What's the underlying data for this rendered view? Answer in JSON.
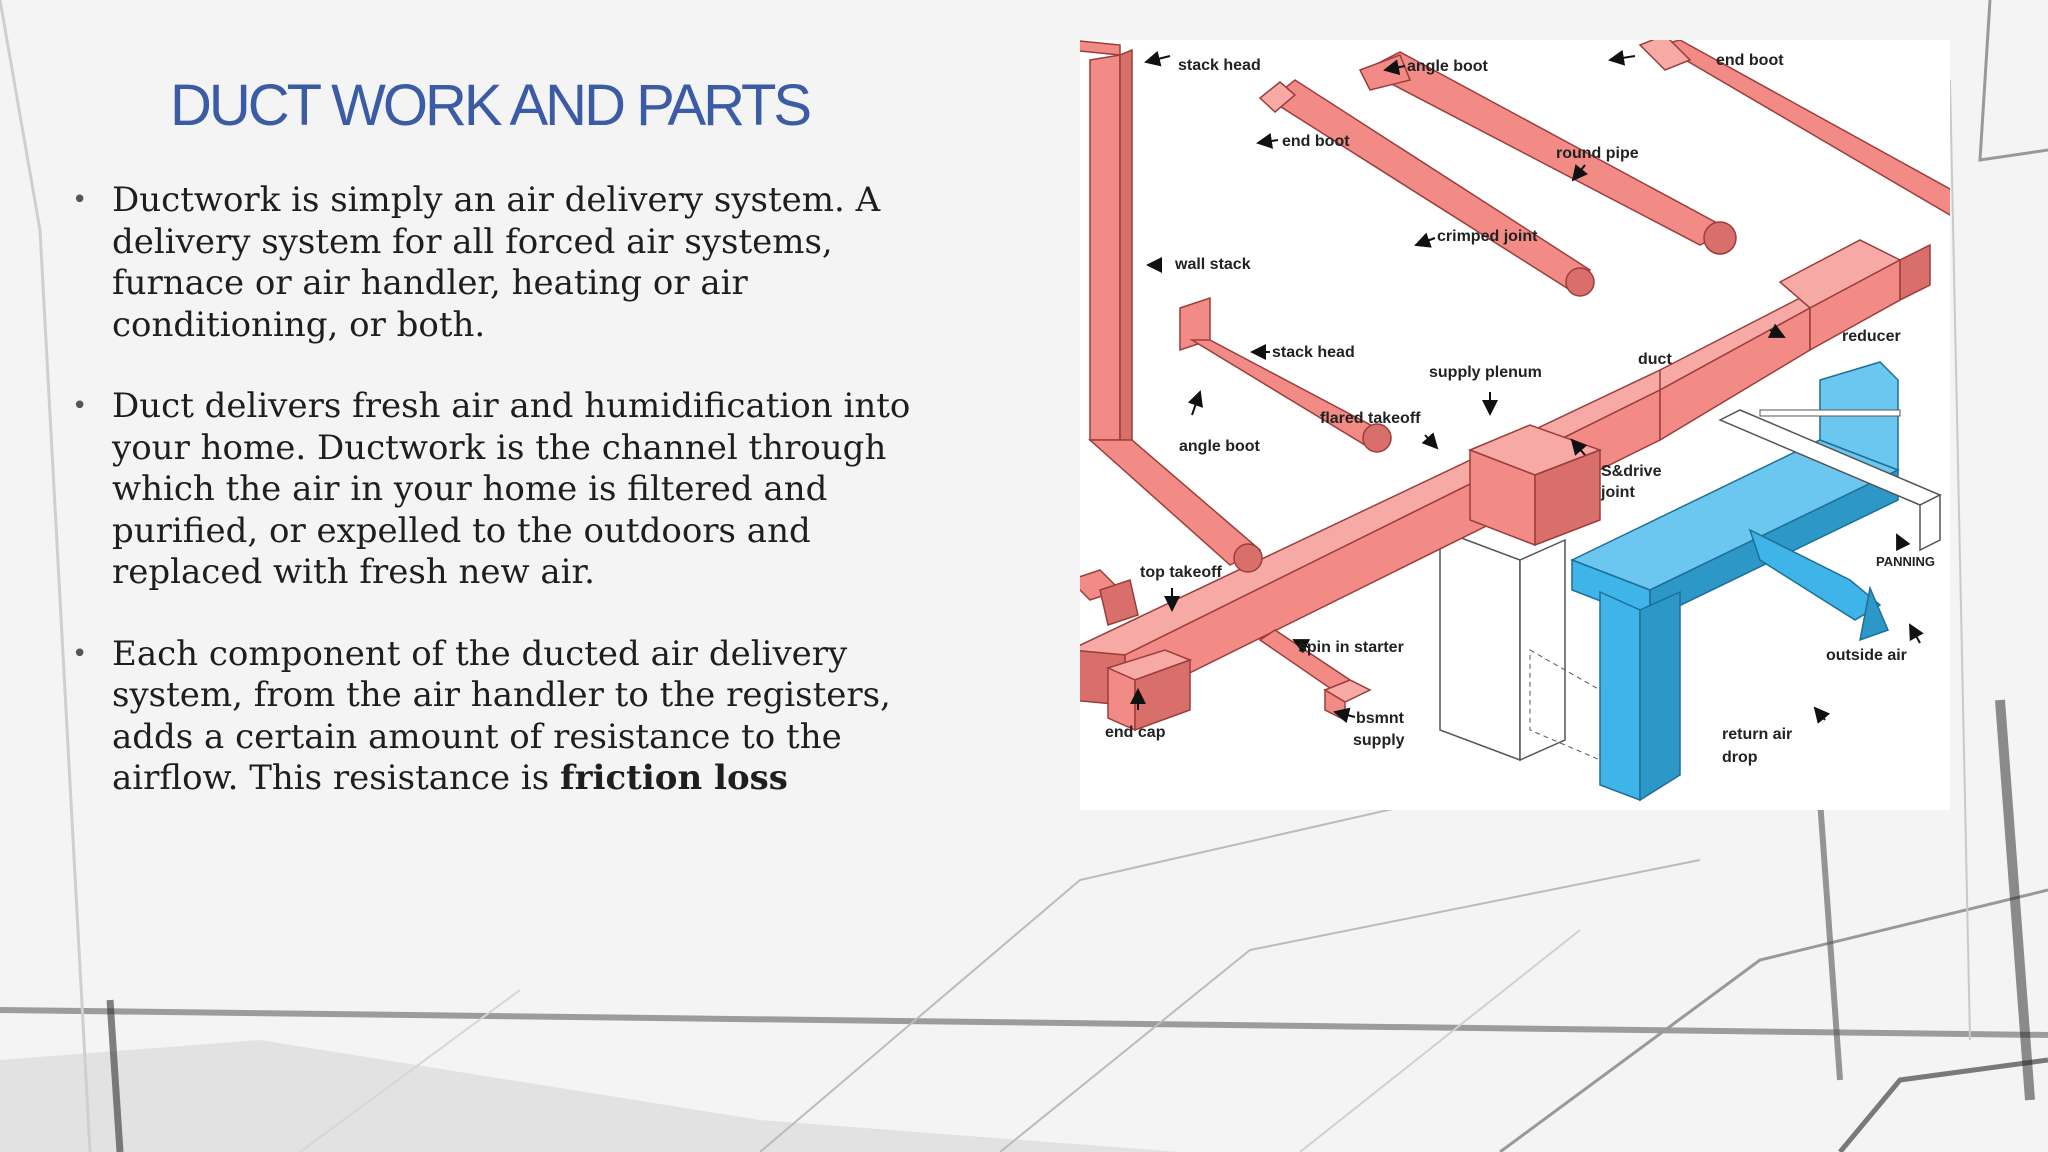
{
  "slide": {
    "title": "DUCT WORK AND PARTS",
    "bullets": [
      {
        "text": "Ductwork is simply an air delivery system. A delivery system for all forced air systems, furnace or air handler, heating or air conditioning, or both."
      },
      {
        "text": "Duct delivers fresh air and humidification into your home. Ductwork is the channel through which the air in your home is filtered and purified, or expelled to the outdoors and replaced with fresh new air."
      },
      {
        "text": "Each component of the ducted air delivery system, from the air handler to the registers, adds a certain amount of resistance to the airflow. This resistance is ",
        "emphasis": "friction loss"
      }
    ]
  },
  "diagram": {
    "colors": {
      "supply": "#f28b86",
      "return": "#3fb4e8",
      "title": "#3b5ba5"
    },
    "labels": {
      "stack_head_top": "stack head",
      "angle_boot_top": "angle boot",
      "end_boot_top": "end boot",
      "end_boot_left": "end boot",
      "round_pipe": "round pipe",
      "crimped_joint": "crimped joint",
      "wall_stack": "wall stack",
      "stack_head_mid": "stack head",
      "duct": "duct",
      "reducer": "reducer",
      "supply_plenum": "supply plenum",
      "flared_takeoff": "flared takeoff",
      "angle_boot_mid": "angle boot",
      "sdrive_1": "S&drive",
      "sdrive_2": "joint",
      "panning": "PANNING",
      "top_takeoff": "top takeoff",
      "spin_in_starter": "spin in starter",
      "outside_air": "outside air",
      "end_cap": "end cap",
      "bsmnt_1": "bsmnt",
      "bsmnt_2": "supply",
      "return_1": "return air",
      "return_2": "drop"
    }
  }
}
